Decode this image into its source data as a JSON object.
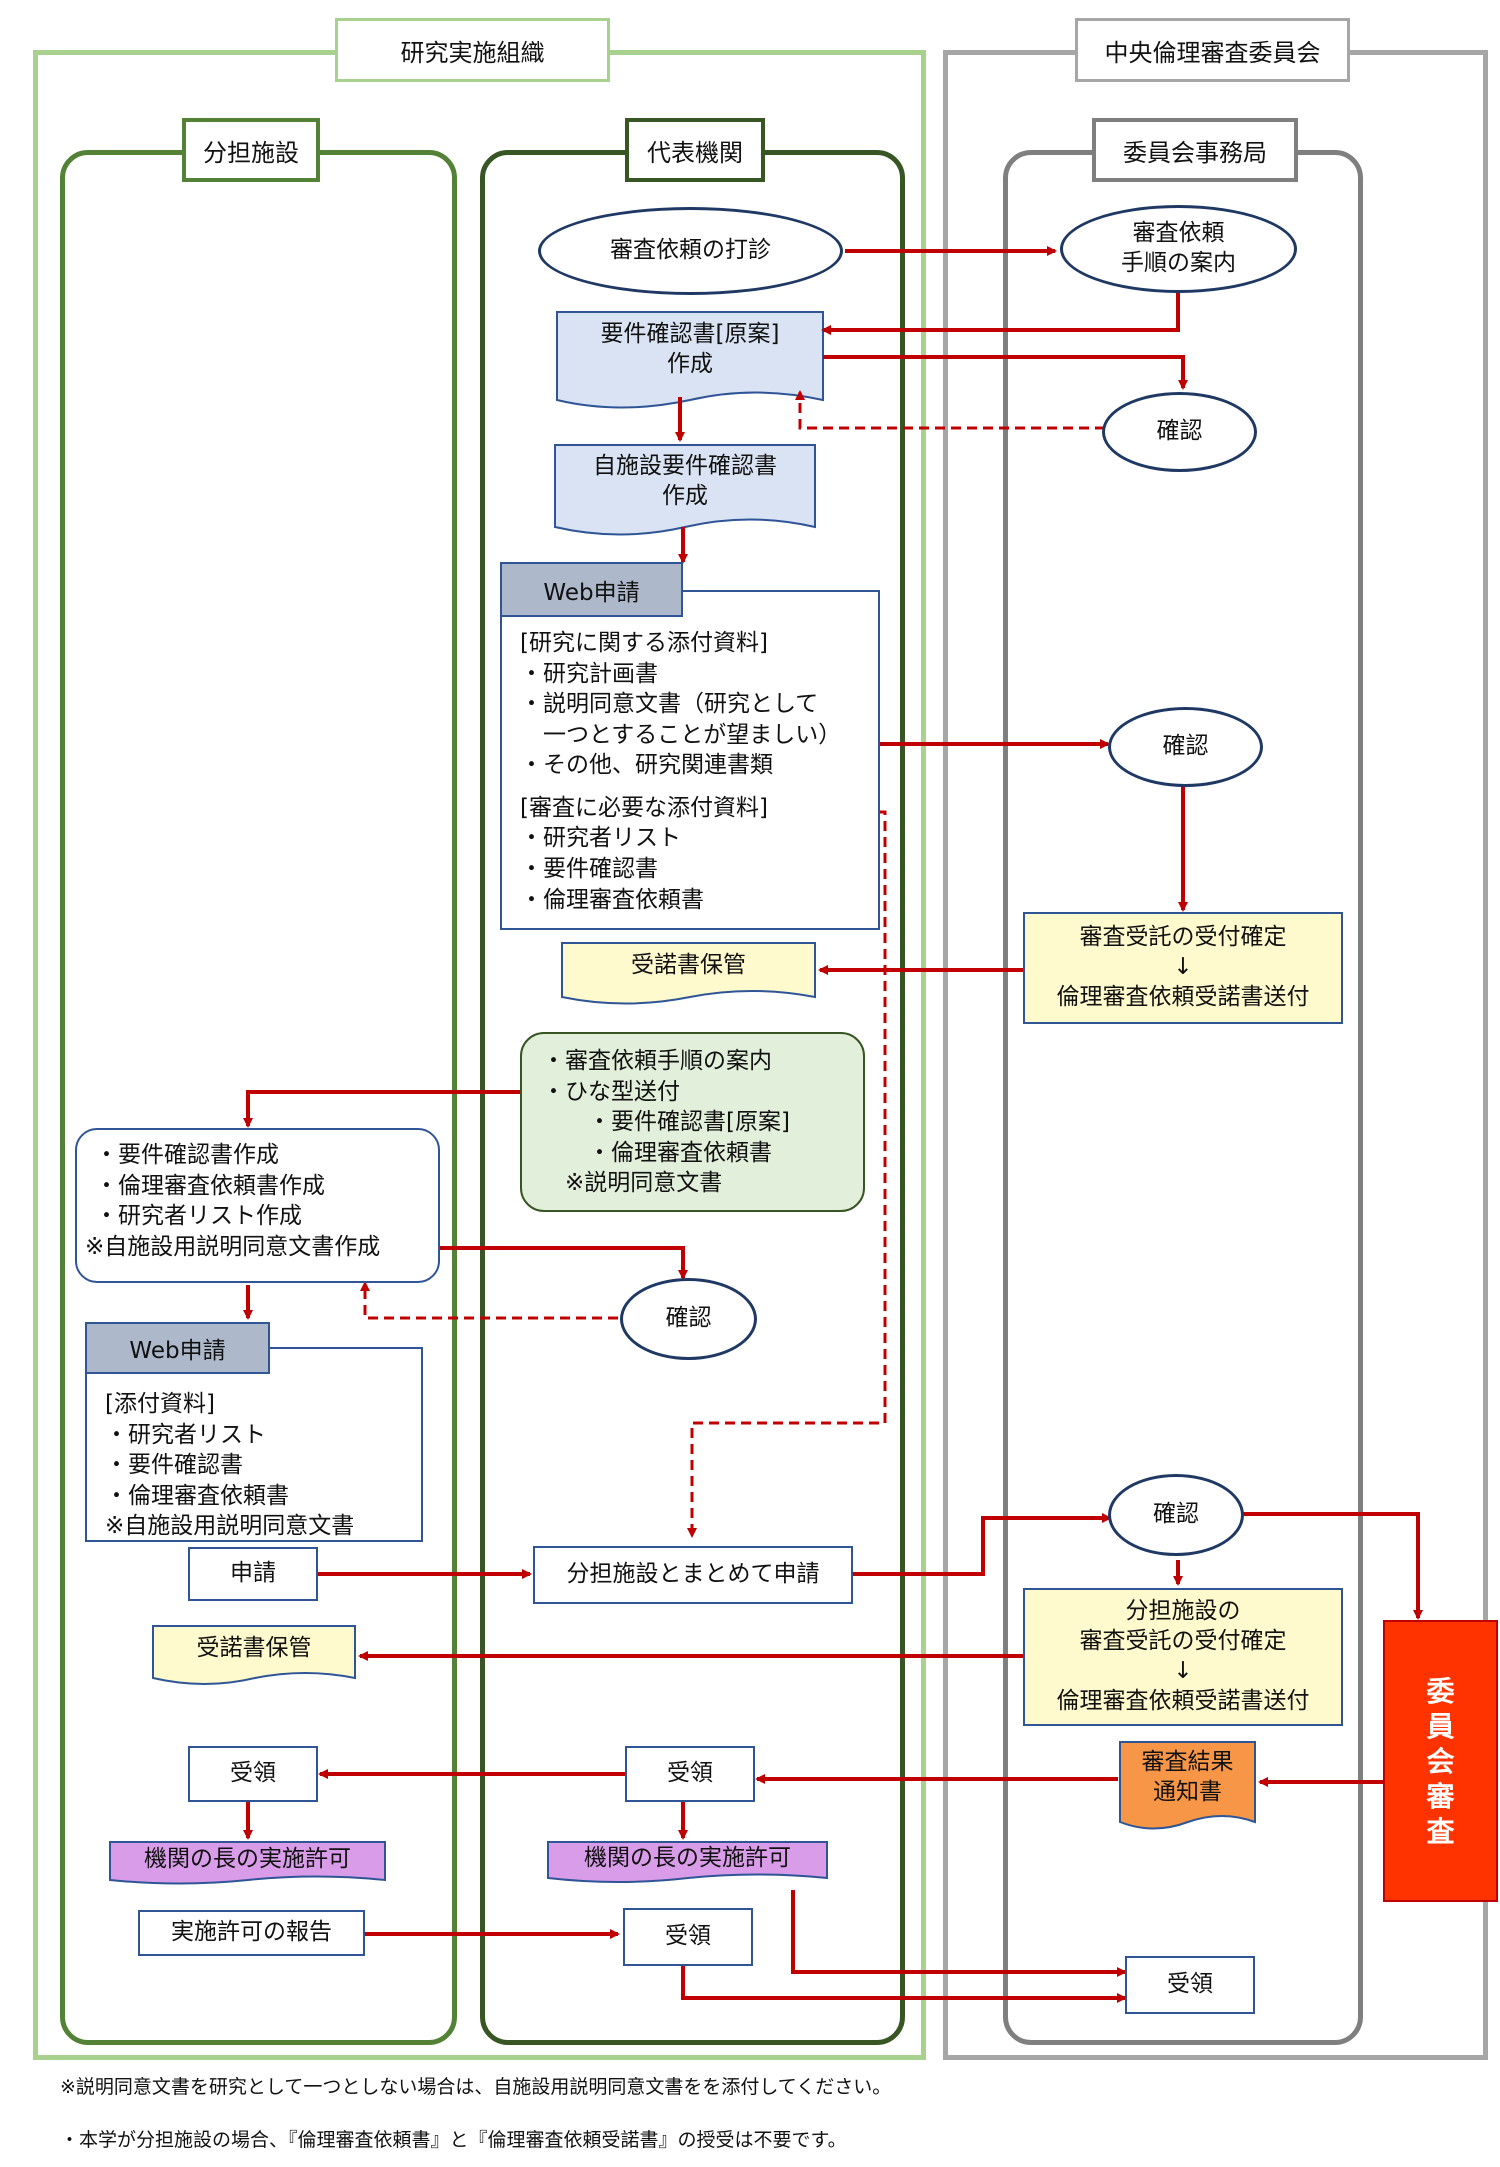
{
  "frames": {
    "research_org": "研究実施組織",
    "central_committee": "中央倫理審査委員会"
  },
  "lanes": {
    "shared": "分担施設",
    "lead": "代表機関",
    "secretariat": "委員会事務局"
  },
  "nodes": {
    "inquiry": "審査依頼の打診",
    "guide": [
      "審査依頼",
      "手順の案内"
    ],
    "req_draft": [
      "要件確認書[原案]",
      "作成"
    ],
    "check1": "確認",
    "own_req": [
      "自施設要件確認書",
      "作成"
    ],
    "web_apply_lead": "Web申請",
    "lead_attach": {
      "heading1": "[研究に関する添付資料]",
      "items1": [
        "・研究計画書",
        "・説明同意文書（研究として",
        "　一つとすることが望ましい）",
        "・その他、研究関連書類"
      ],
      "heading2": "[審査に必要な添付資料]",
      "items2": [
        "・研究者リスト",
        "・要件確認書",
        "・倫理審査依頼書"
      ]
    },
    "check2": "確認",
    "accept_confirm": [
      "審査受託の受付確定",
      "↓",
      "倫理審査依頼受諾書送付"
    ],
    "store_lead": "受諾書保管",
    "send_templates": [
      "・審査依頼手順の案内",
      "・ひな型送付",
      "　　・要件確認書[原案]",
      "　　・倫理審査依頼書",
      "　※説明同意文書"
    ],
    "shared_make": [
      "・要件確認書作成",
      "・倫理審査依頼書作成",
      "・研究者リスト作成",
      "※自施設用説明同意文書作成"
    ],
    "check3": "確認",
    "web_apply_shared": "Web申請",
    "shared_attach": {
      "heading": "[添付資料]",
      "items": [
        "・研究者リスト",
        "・要件確認書",
        "・倫理審査依頼書",
        "※自施設用説明同意文書"
      ]
    },
    "apply": "申請",
    "combined_apply": "分担施設とまとめて申請",
    "check4": "確認",
    "shared_accept_confirm": [
      "分担施設の",
      "審査受託の受付確定",
      "↓",
      "倫理審査依頼受諾書送付"
    ],
    "store_shared": "受諾書保管",
    "committee_review": [
      "委",
      "員",
      "会",
      "審",
      "査"
    ],
    "receive_shared": "受領",
    "receive_lead": "受領",
    "result_notice": [
      "審査結果",
      "通知書"
    ],
    "permit_shared": "機関の長の実施許可",
    "permit_lead": "機関の長の実施許可",
    "permit_report": "実施許可の報告",
    "receive_lead2": "受領",
    "receive_secretariat": "受領"
  },
  "notes": [
    "※説明同意文書を研究として一つとしない場合は、自施設用説明同意文書をを添付してください。",
    "・本学が分担施設の場合、『倫理審査依頼書』と『倫理審査依頼受諾書』の授受は不要です。"
  ],
  "colors": {
    "arrow": "#c00000",
    "frame_org": "#a9d18e",
    "frame_committee": "#a6a6a6",
    "doc_blue": "#dae3f3",
    "doc_yellow": "#fffacd",
    "doc_orange": "#f79646",
    "doc_purple": "#d89ce8",
    "review_red": "#ff3300"
  }
}
